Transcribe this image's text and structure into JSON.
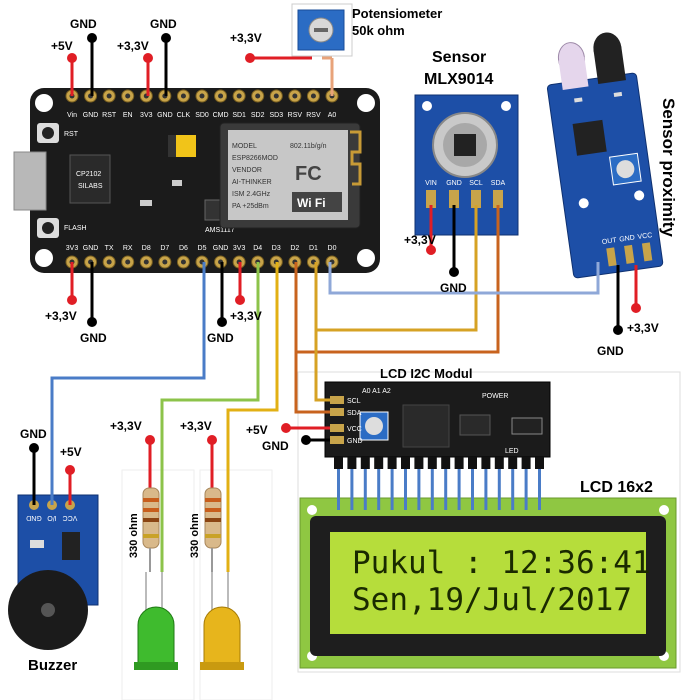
{
  "labels": {
    "potentiometer_line1": "Potensiometer",
    "potentiometer_line2": "50k ohm",
    "mlx_line1": "Sensor",
    "mlx_line2": "MLX9014",
    "proximity": "Sensor proximity",
    "lcd_i2c": "LCD I2C Modul",
    "lcd_16x2": "LCD 16x2",
    "buzzer": "Buzzer",
    "resistor": "330 ohm"
  },
  "power": {
    "v5": "+5V",
    "v33": "+3,3V",
    "gnd": "GND"
  },
  "board": {
    "top_pins": [
      "Vin",
      "GND",
      "RST",
      "EN",
      "3V3",
      "GND",
      "CLK",
      "SD0",
      "CMD",
      "SD1",
      "SD2",
      "SD3",
      "RSV",
      "RSV",
      "A0"
    ],
    "bottom_pins": [
      "3V3",
      "GND",
      "TX",
      "RX",
      "D8",
      "D7",
      "D6",
      "D5",
      "GND",
      "3V3",
      "D4",
      "D3",
      "D2",
      "D1",
      "D0"
    ],
    "rst": "RST",
    "flash": "FLASH",
    "chip": "CP2102",
    "chip_sub": "SILABS",
    "module_model": "ESP8266MOD",
    "module_vendor": "AI-THINKER",
    "module_ism": "ISM 2.4GHz",
    "module_pa": "PA +25dBm",
    "module_standard": "802.11b/g/n",
    "module_brand": "Wi Fi",
    "fcc": "FC",
    "model_label": "MODEL",
    "vendor_label": "VENDOR",
    "regulator": "AMS1117"
  },
  "mlx_pins": [
    "VIN",
    "GND",
    "SCL",
    "SDA"
  ],
  "proximity_pins": [
    "OUT",
    "GND",
    "VCC"
  ],
  "i2c_pins": [
    "GND",
    "VCC",
    "SDA",
    "SCL"
  ],
  "i2c_module": {
    "address_pads": "A0 A1 A2",
    "power": "POWER",
    "led": "LED"
  },
  "buzzer_pins": [
    "I/O",
    "GND",
    "VCC"
  ],
  "lcd": {
    "line1": "Pukul : 12:36:41",
    "line2": "Sen,19/Jul/2017"
  },
  "colors": {
    "red": "#e01e25",
    "black": "#000000",
    "blue_wire": "#4a7cc7",
    "green_wire": "#8cc34a",
    "yellow_wire": "#e2b014",
    "orange_wire": "#c8631e",
    "pcb_blue": "#1d4fa7",
    "board_black": "#1b1b1b",
    "lcd_green": "#b6dd3b",
    "lcd_frame": "#8fc742"
  }
}
